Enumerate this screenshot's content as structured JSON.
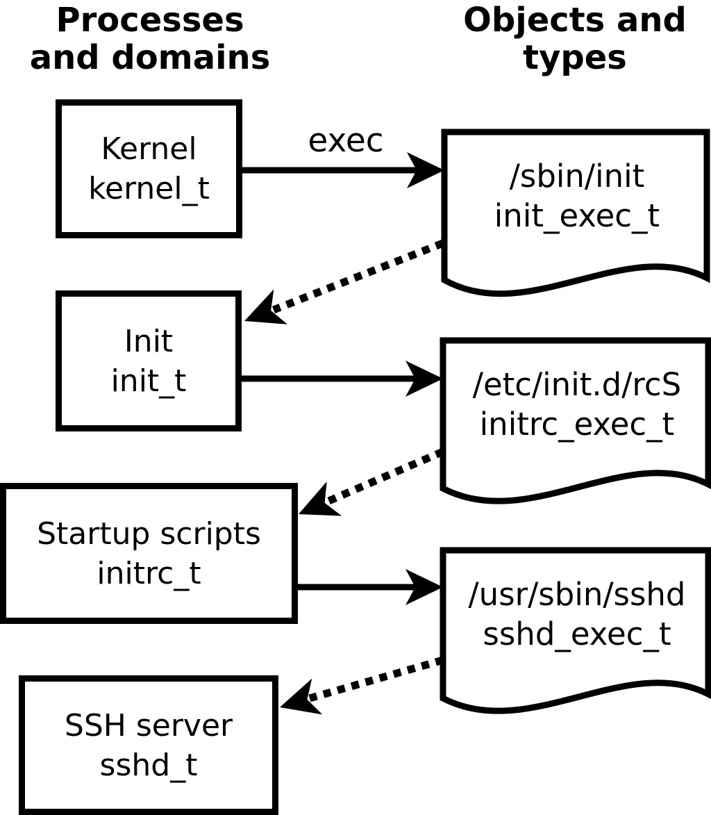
{
  "diagram": {
    "column_headers": {
      "processes": "Processes\nand domains",
      "objects": "Objects and\ntypes"
    },
    "process_nodes": [
      {
        "name": "Kernel",
        "type": "kernel_t"
      },
      {
        "name": "Init",
        "type": "init_t"
      },
      {
        "name": "Startup scripts",
        "type": "initrc_t"
      },
      {
        "name": "SSH server",
        "type": "sshd_t"
      }
    ],
    "object_nodes": [
      {
        "path": "/sbin/init",
        "type": "init_exec_t"
      },
      {
        "path": "/etc/init.d/rcS",
        "type": "initrc_exec_t"
      },
      {
        "path": "/usr/sbin/sshd",
        "type": "sshd_exec_t"
      }
    ],
    "edge_labels": {
      "exec": "exec"
    },
    "colors": {
      "ink": "#000000",
      "background": "#ffffff"
    }
  }
}
